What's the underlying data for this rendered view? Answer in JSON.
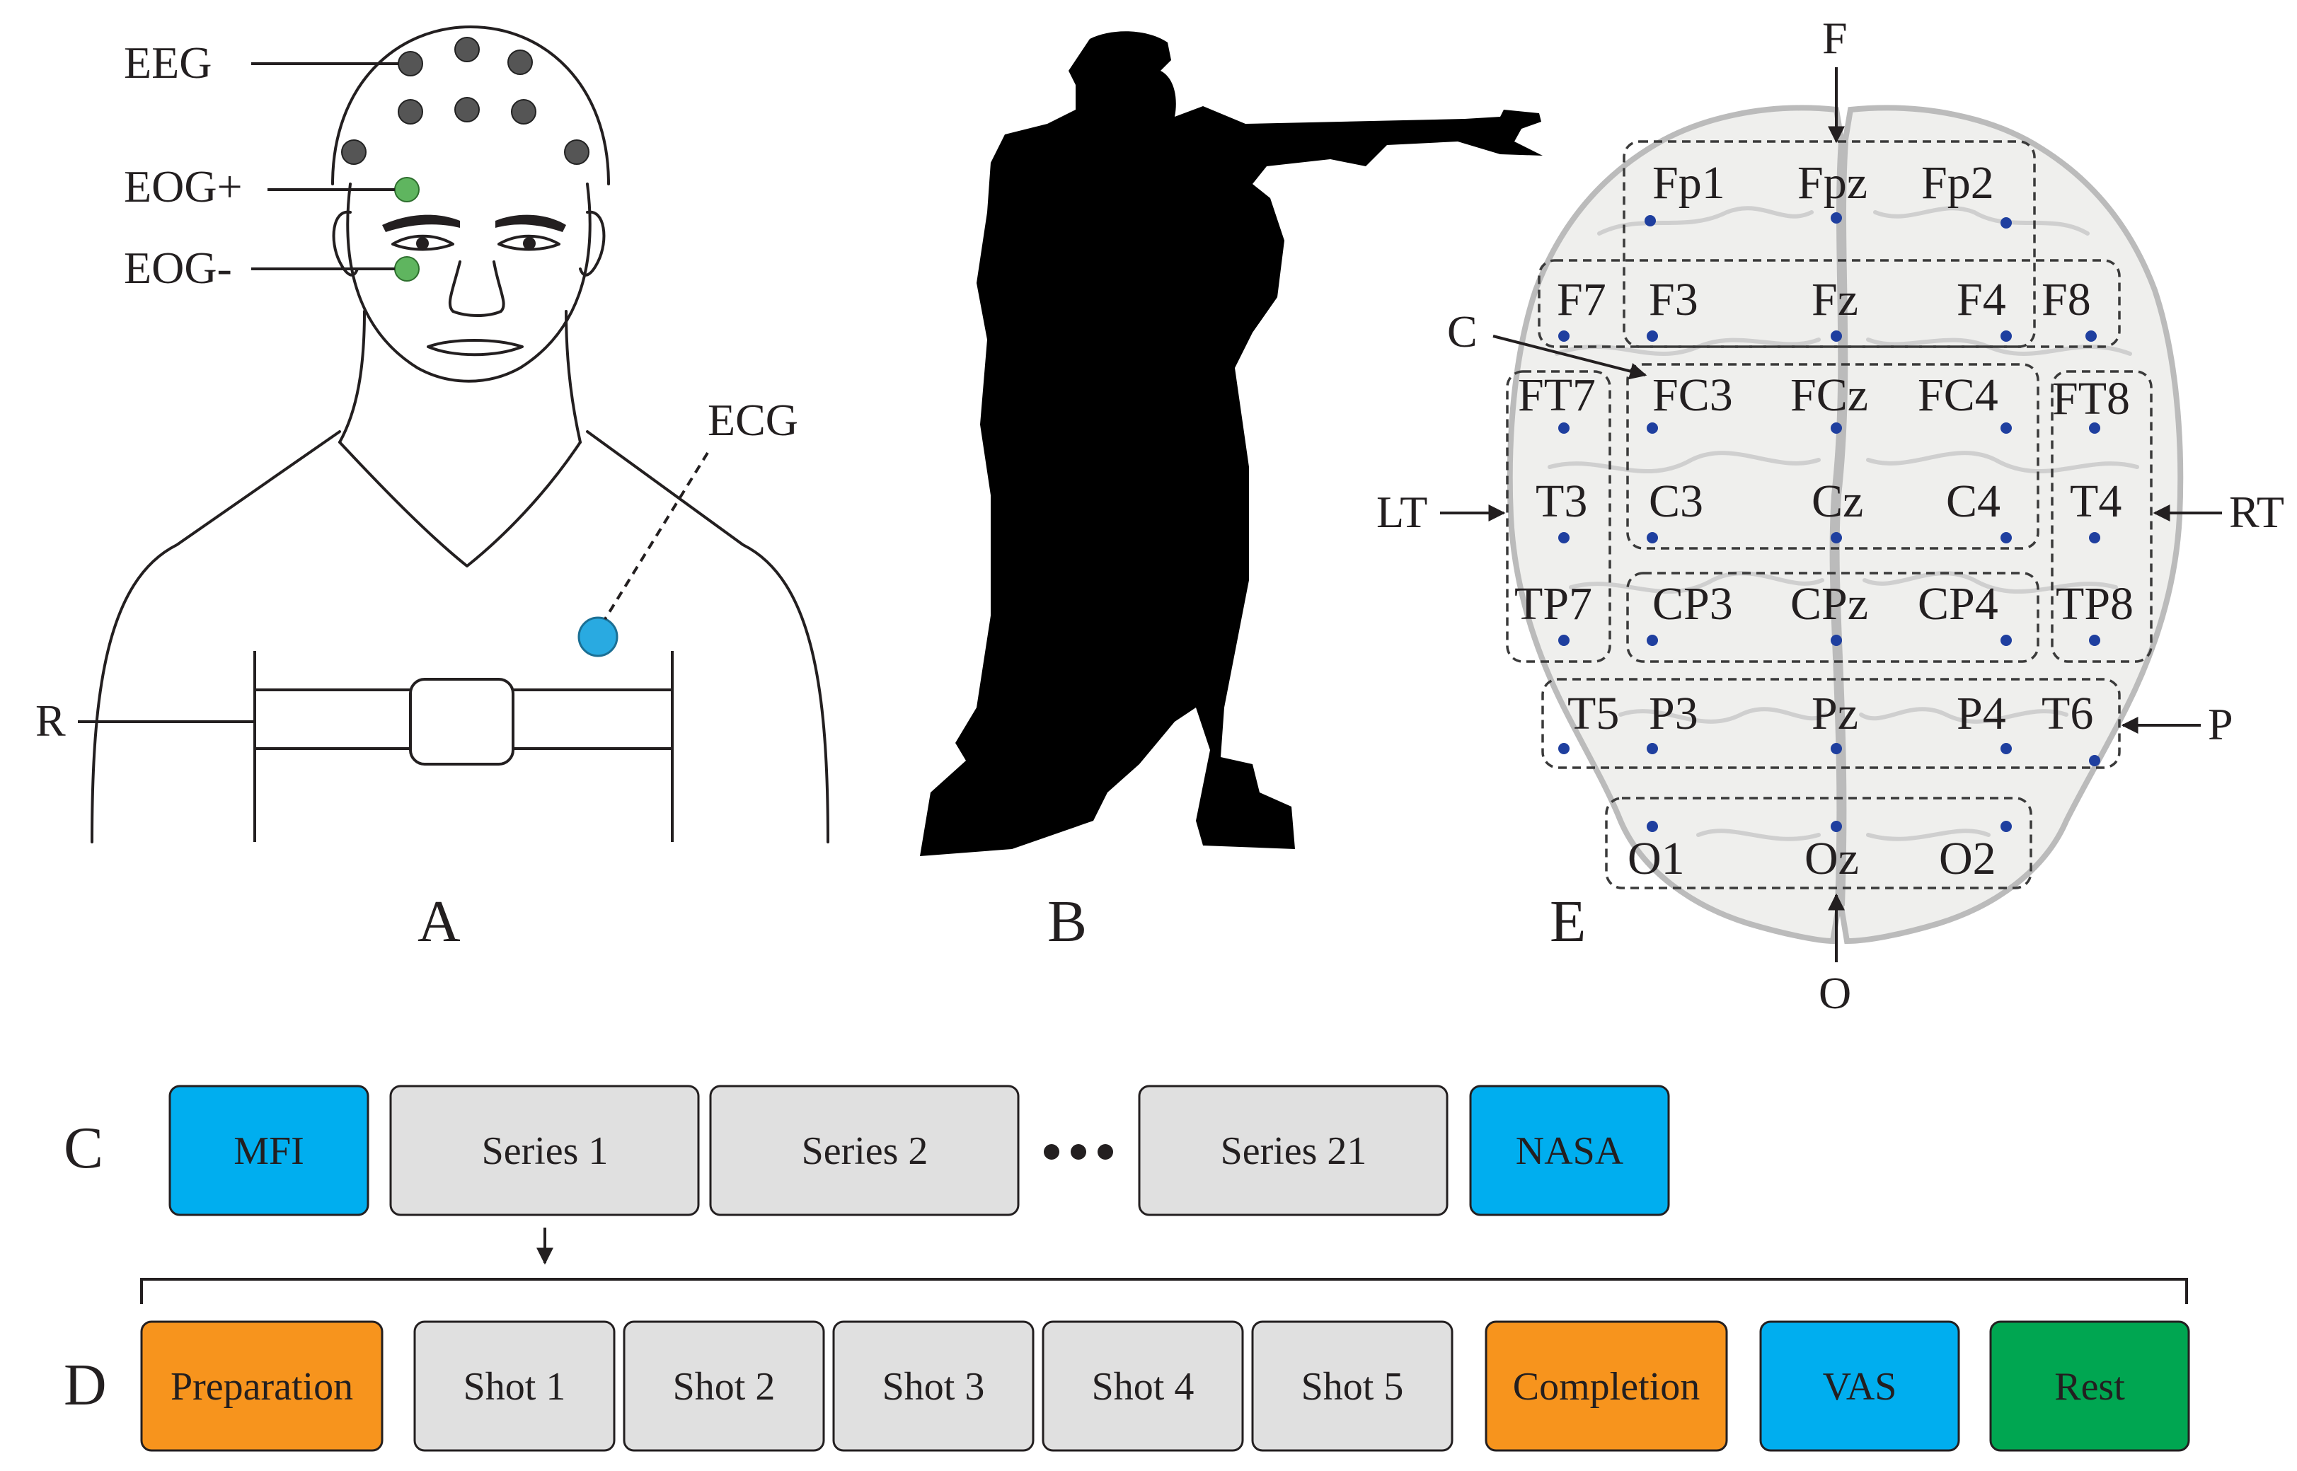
{
  "colors": {
    "blue": "#00AEEF",
    "gray": "#E0E0E0",
    "orange": "#F7941D",
    "green": "#00A651",
    "eeg_dot": "#555555",
    "eog_dot": "#5FB55F",
    "ecg_dot": "#29AAE1",
    "electrode_dot": "#1F3F9F",
    "brain_fill": "#EFEFED",
    "brain_stroke": "#BBBBBB"
  },
  "panel_a": {
    "letter": "A",
    "labels": {
      "eeg": "EEG",
      "eog_plus": "EOG+",
      "eog_minus": "EOG-",
      "ecg": "ECG",
      "r": "R"
    }
  },
  "panel_b": {
    "letter": "B"
  },
  "panel_e": {
    "letter": "E",
    "arrows": {
      "f": "F",
      "c": "C",
      "lt": "LT",
      "rt": "RT",
      "p": "P",
      "o": "O"
    },
    "electrodes": [
      "Fp1",
      "Fpz",
      "Fp2",
      "F7",
      "F3",
      "Fz",
      "F4",
      "F8",
      "FT7",
      "FC3",
      "FCz",
      "FC4",
      "FT8",
      "T3",
      "C3",
      "Cz",
      "C4",
      "T4",
      "TP7",
      "CP3",
      "CPz",
      "CP4",
      "TP8",
      "T5",
      "P3",
      "Pz",
      "P4",
      "T6",
      "O1",
      "Oz",
      "O2"
    ]
  },
  "row_c": {
    "letter": "C",
    "boxes": [
      {
        "label": "MFI",
        "color": "blue"
      },
      {
        "label": "Series 1",
        "color": "gray"
      },
      {
        "label": "Series 2",
        "color": "gray"
      },
      {
        "label": "Series 21",
        "color": "gray"
      },
      {
        "label": "NASA",
        "color": "blue"
      }
    ]
  },
  "row_d": {
    "letter": "D",
    "boxes": [
      {
        "label": "Preparation",
        "color": "orange"
      },
      {
        "label": "Shot 1",
        "color": "gray"
      },
      {
        "label": "Shot 2",
        "color": "gray"
      },
      {
        "label": "Shot 3",
        "color": "gray"
      },
      {
        "label": "Shot 4",
        "color": "gray"
      },
      {
        "label": "Shot 5",
        "color": "gray"
      },
      {
        "label": "Completion",
        "color": "orange"
      },
      {
        "label": "VAS",
        "color": "blue"
      },
      {
        "label": "Rest",
        "color": "green"
      }
    ]
  }
}
